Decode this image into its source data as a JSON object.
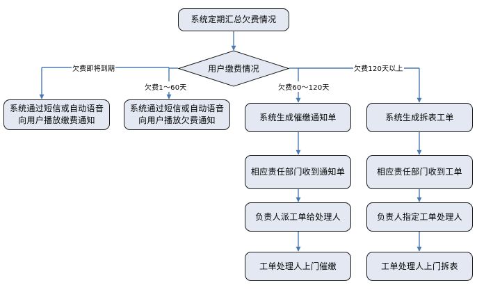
{
  "diagram": {
    "title_node": "系统定期汇总欠费情况",
    "decision": "用户缴费情况",
    "colors": {
      "node_fill": "#e3e8f3",
      "node_border": "#1a1a1a",
      "connector": "#4a7ab0",
      "text": "#000000",
      "background": "#ffffff"
    },
    "edge_labels": [
      "欠费即将到期",
      "欠费1～60天",
      "欠费60～120天",
      "欠费120天以上"
    ],
    "branches": [
      {
        "label": "欠费即将到期",
        "steps": [
          "系统通过短信或自动语音向用户播放缴费通知"
        ]
      },
      {
        "label": "欠费1～60天",
        "steps": [
          "系统通过短信或自动语音向用户播放欠费通知"
        ]
      },
      {
        "label": "欠费60～120天",
        "steps": [
          "系统生成催缴通知单",
          "相应责任部门收到通知单",
          "负责人派工单给处理人",
          "工单处理人上门催缴"
        ]
      },
      {
        "label": "欠费120天以上",
        "steps": [
          "系统生成拆表工单",
          "相应责任部门收到工单",
          "负责人指定工单处理人",
          "工单处理人上门拆表"
        ]
      }
    ]
  }
}
